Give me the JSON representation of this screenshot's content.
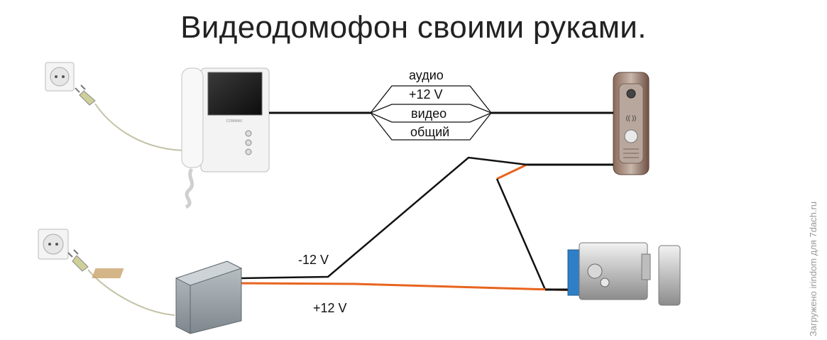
{
  "title": "Видеодомофон своими руками.",
  "wire_labels": {
    "audio": "аудио",
    "plus12_top": "+12 V",
    "video": "видео",
    "common": "общий",
    "minus12": "-12 V",
    "plus12_bottom": "+12 V"
  },
  "watermark": "Загружено irindom для 7dach.ru",
  "colors": {
    "wire_black": "#111111",
    "wire_orange": "#e8641e",
    "lock_blue": "#2f7fc7"
  },
  "icons": [
    "wall-socket-icon",
    "power-plug-icon",
    "monitor-icon",
    "call-panel-icon",
    "power-supply-icon",
    "electric-lock-icon"
  ]
}
